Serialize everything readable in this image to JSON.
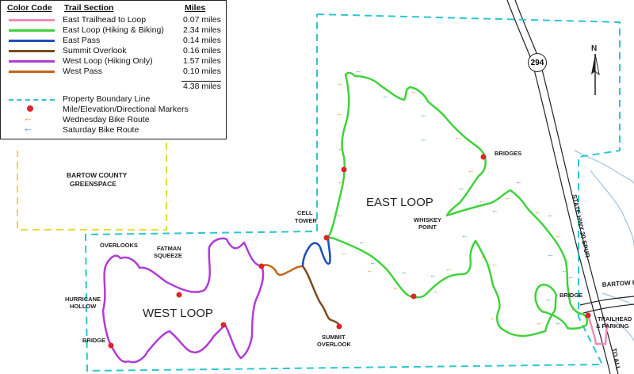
{
  "legend": {
    "headers": {
      "color_code": "Color Code",
      "trail_section": "Trail Section",
      "miles": "Miles"
    },
    "trails": [
      {
        "name": "East Trailhead to Loop",
        "miles": "0.07 miles",
        "color": "#f08cb4"
      },
      {
        "name": "East Loop (Hiking & Biking)",
        "miles": "2.34 miles",
        "color": "#3fd23c"
      },
      {
        "name": "East Pass",
        "miles": "0.14 miles",
        "color": "#1d4fb8"
      },
      {
        "name": "Summit Overlook",
        "miles": "0.16 miles",
        "color": "#7a4a1e"
      },
      {
        "name": "West Loop (Hiking Only)",
        "miles": "1.57 miles",
        "color": "#b13cd6"
      },
      {
        "name": "West Pass",
        "miles": "0.10 miles",
        "color": "#c2651f"
      }
    ],
    "total": "4.38 miles",
    "symbols": [
      {
        "name": "Property Boundary Line",
        "kind": "dash",
        "color": "#2cc6d0"
      },
      {
        "name": "Mile/Elevation/Directional Markers",
        "kind": "dot",
        "color": "#d8262a"
      },
      {
        "name": "Wednesday Bike Route",
        "kind": "arrow-left",
        "color": "#f08a24"
      },
      {
        "name": "Saturday Bike Route",
        "kind": "arrow-left",
        "color": "#2f8fd8"
      }
    ]
  },
  "labels": {
    "east_loop": "EAST LOOP",
    "west_loop": "WEST LOOP",
    "bartow_county": "BARTOW COUNTY",
    "greenspace": "GREENSPACE",
    "cell": "CELL",
    "tower": "TOWER",
    "bridges": "BRIDGES",
    "whiskey": "WHISKEY",
    "point": "POINT",
    "bridge_east": "BRIDGE",
    "trailhead": "TRAILHEAD",
    "parking": "& PARKING",
    "overlooks": "OVERLOOKS",
    "fatman": "FATMAN",
    "squeeze": "SQUEEZE",
    "hurricane": "HURRICANE",
    "hollow": "HOLLOW",
    "bridge_west": "BRIDGE",
    "summit": "SUMMIT",
    "overlook": "OVERLOOK",
    "state_hwy": "STATE HWY 20 SPUR",
    "bartow_beach_rd": "BARTOW BEACH RD",
    "to_all": "TO ALL",
    "route_number": "294",
    "north": "N"
  },
  "colors": {
    "boundary": "#2cc6d0",
    "greenspace_boundary": "#e8dc3c",
    "marker": "#d8262a",
    "creek": "#8fb8d8",
    "road": "#222222"
  }
}
